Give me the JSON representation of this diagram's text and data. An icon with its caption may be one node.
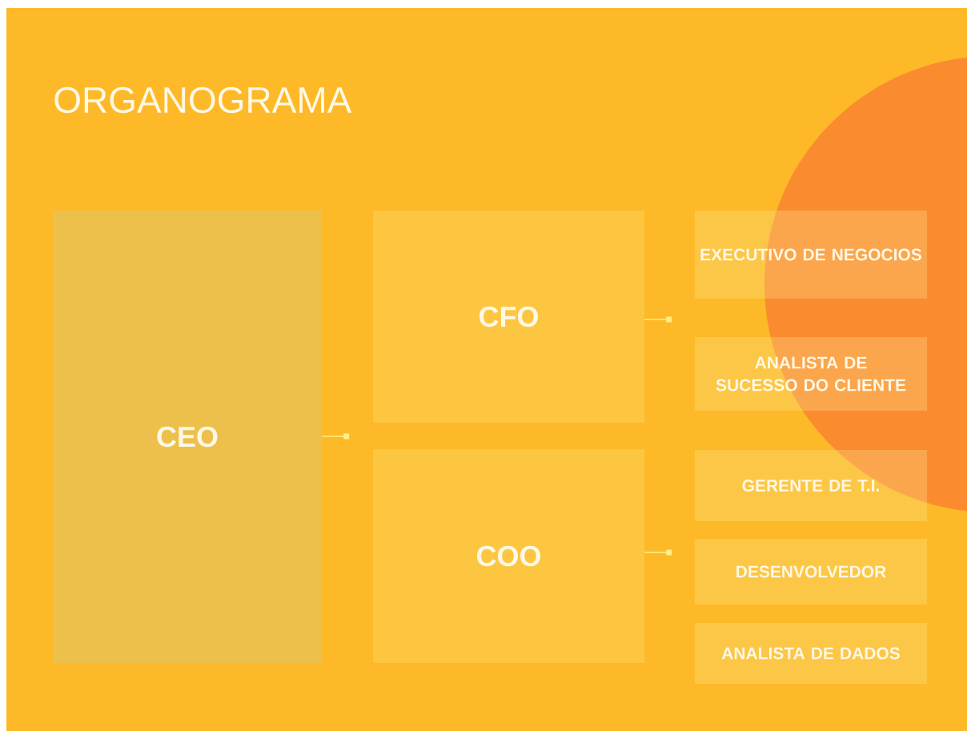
{
  "diagram": {
    "title": "ORGANOGRAMA",
    "nodes": [
      {
        "text": [
          "CEO"
        ]
      },
      {
        "text": [
          "CFO"
        ]
      },
      {
        "text": [
          "COO"
        ]
      },
      {
        "text": [
          "EXECUTIVO DE NEGOCIOS"
        ]
      },
      {
        "text": [
          "ANALISTA DE SUCESSO DO CLIENTE"
        ]
      },
      {
        "text": [
          "GERENTE DE T.I."
        ]
      },
      {
        "text": [
          "DESENVOLVEDOR"
        ]
      },
      {
        "text": [
          "ANALISTA DE DADOS"
        ]
      }
    ],
    "edges": [
      {
        "from": 0,
        "to": null,
        "arrow": "other"
      },
      {
        "from": 1,
        "to": null,
        "arrow": "other"
      },
      {
        "from": 2,
        "to": null,
        "arrow": "other"
      }
    ]
  }
}
